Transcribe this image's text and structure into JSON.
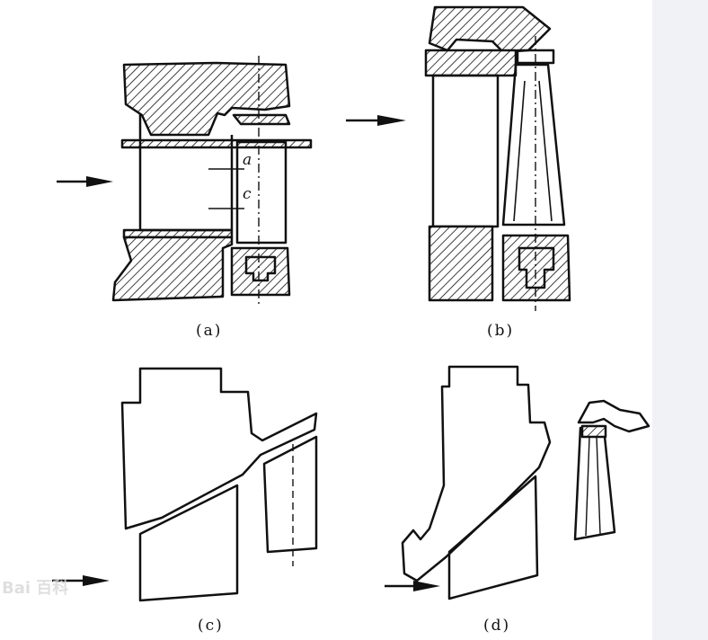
{
  "labels": {
    "a": "(a)",
    "b": "(b)",
    "c": "(c)",
    "d": "(d)"
  },
  "dimensions": {
    "gap_a": "a",
    "gap_c": "c"
  },
  "watermark": "Bai 百科",
  "colors": {
    "ink": "#111111",
    "background": "#ffffff",
    "margin": "#f1f2f5"
  }
}
